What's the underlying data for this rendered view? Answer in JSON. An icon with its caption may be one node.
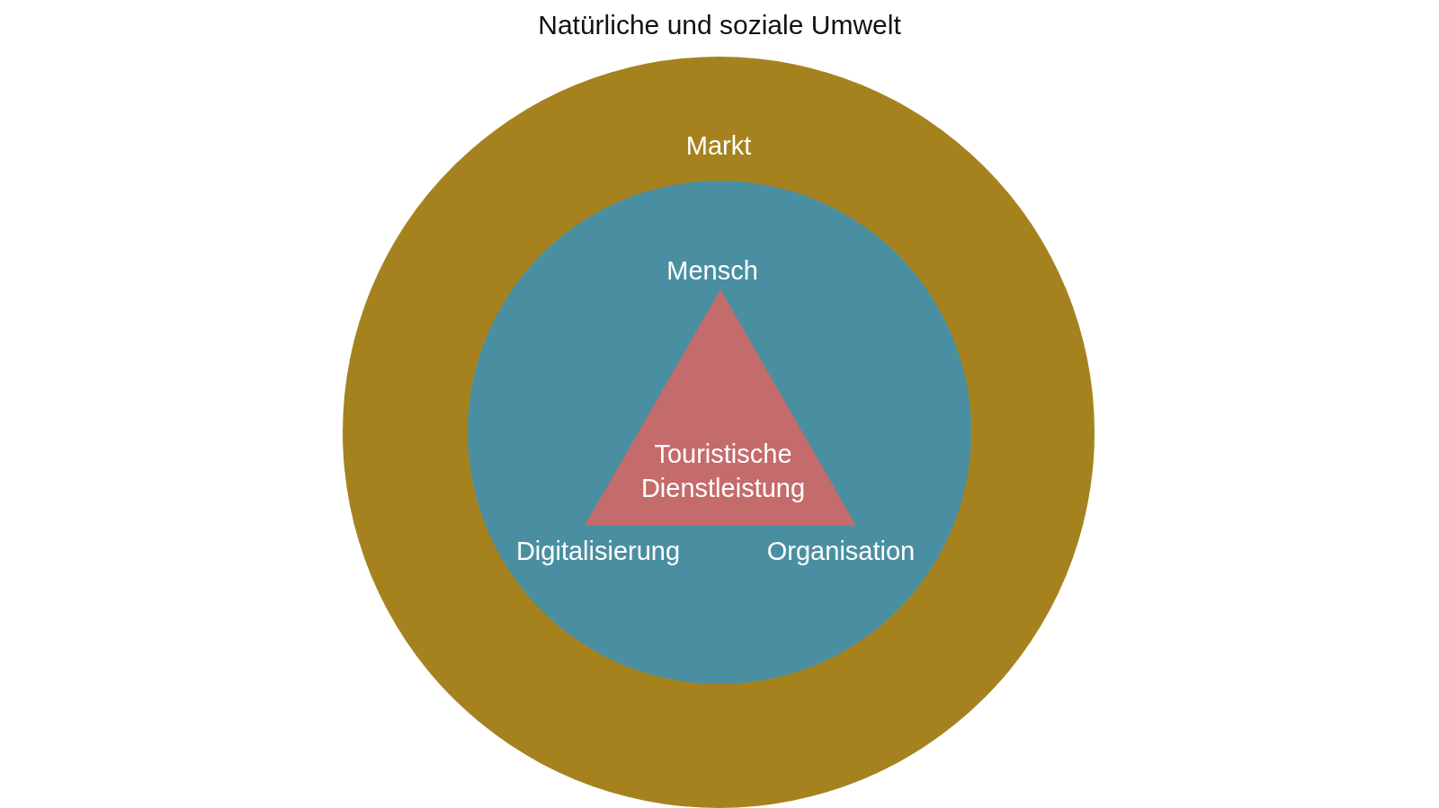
{
  "diagram": {
    "title": "Natürliche und soziale Umwelt",
    "nodes": [
      {
        "text": [
          "Markt"
        ]
      },
      {
        "text": [],
        "shape": "circle",
        "in": 0
      },
      {
        "text": [
          "Touristische Dienstleistung"
        ],
        "beside": [
          "Mensch",
          "Digitalisierung",
          "Organisation"
        ],
        "in": 1
      }
    ]
  }
}
